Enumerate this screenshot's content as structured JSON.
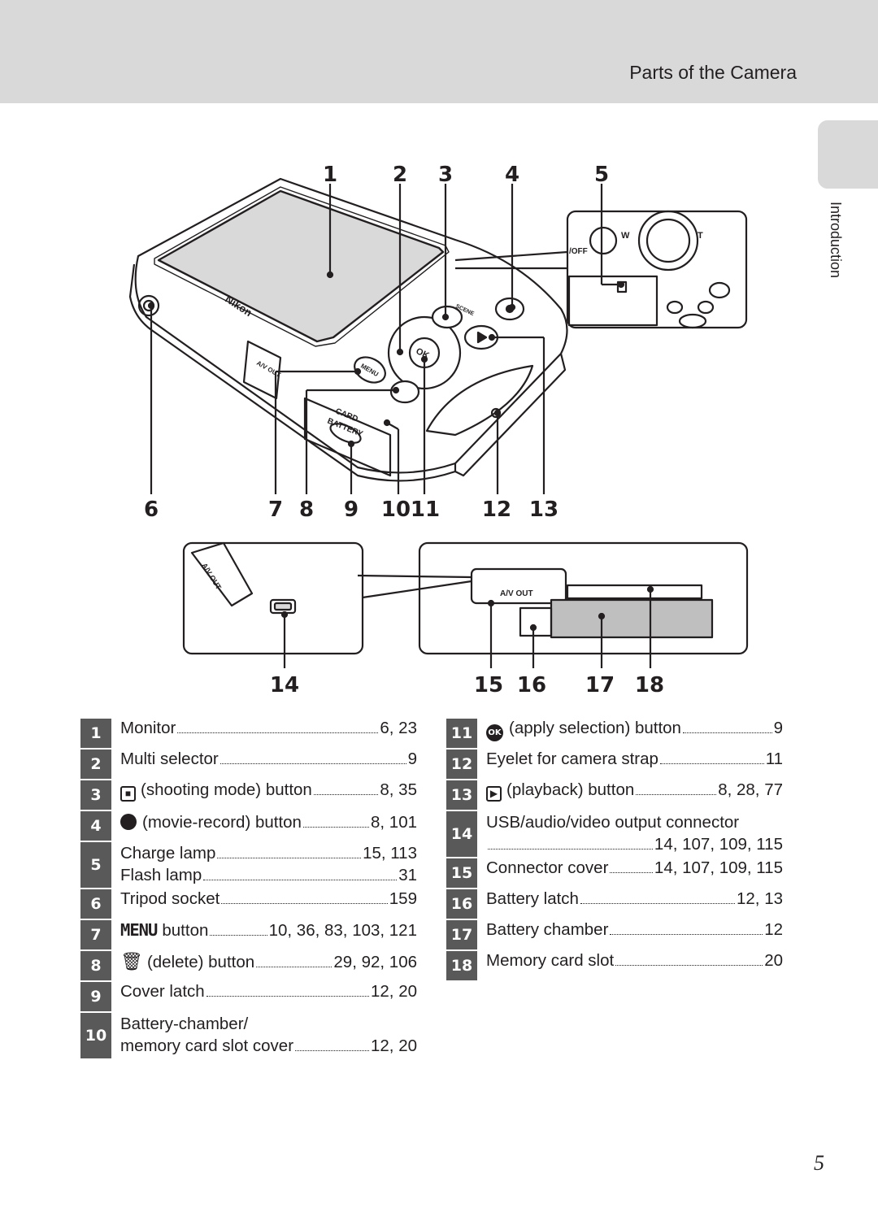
{
  "header": {
    "section_title": "Parts of the Camera"
  },
  "side_tab": {
    "label": "Introduction"
  },
  "figure": {
    "top_callouts": [
      "1",
      "2",
      "3",
      "4",
      "5"
    ],
    "bottom_callouts": [
      "6",
      "7",
      "8",
      "9",
      "10",
      "11",
      "12",
      "13"
    ],
    "lower_callouts": [
      "14",
      "15",
      "16",
      "17",
      "18"
    ],
    "camera_text": {
      "brand": "Nikon",
      "menu": "MENU",
      "ok": "OK",
      "scene": "SCENE",
      "card": "CARD",
      "battery": "BATTERY",
      "av_out": "A/V OUT",
      "power_off": "/OFF",
      "zoom_w": "W",
      "zoom_t": "T"
    }
  },
  "legend_left": [
    {
      "num": "1",
      "label": "Monitor",
      "pages": "6, 23"
    },
    {
      "num": "2",
      "label": "Multi selector",
      "pages": "9"
    },
    {
      "num": "3",
      "icon": "camera-icon",
      "label": "(shooting mode) button",
      "pages": "8, 35"
    },
    {
      "num": "4",
      "icon": "record-dot-icon",
      "label": "(movie-record) button",
      "pages": "8, 101"
    },
    {
      "num": "5",
      "label": "Charge lamp",
      "pages": "15, 113",
      "label2": "Flash lamp",
      "pages2": "31"
    },
    {
      "num": "6",
      "label": "Tripod socket",
      "pages": "159"
    },
    {
      "num": "7",
      "icon": "menu-icon",
      "icon_text": "MENU",
      "label": "button",
      "pages": "10, 36, 83, 103, 121"
    },
    {
      "num": "8",
      "icon": "trash-icon",
      "label": "(delete) button",
      "pages": "29, 92, 106"
    },
    {
      "num": "9",
      "label": "Cover latch",
      "pages": "12, 20"
    },
    {
      "num": "10",
      "label": "Battery-chamber/",
      "label2": "memory card slot cover",
      "pages2": "12, 20"
    }
  ],
  "legend_right": [
    {
      "num": "11",
      "icon": "ok-icon",
      "icon_text": "OK",
      "label": "(apply selection) button",
      "pages": "9"
    },
    {
      "num": "12",
      "label": "Eyelet for camera strap",
      "pages": "11"
    },
    {
      "num": "13",
      "icon": "playback-icon",
      "label": "(playback) button",
      "pages": "8, 28, 77"
    },
    {
      "num": "14",
      "label": "USB/audio/video output connector",
      "pages2": "14, 107, 109, 115"
    },
    {
      "num": "15",
      "label": "Connector cover",
      "pages": "14, 107, 109, 115"
    },
    {
      "num": "16",
      "label": "Battery latch",
      "pages": "12, 13"
    },
    {
      "num": "17",
      "label": "Battery chamber",
      "pages": "12"
    },
    {
      "num": "18",
      "label": "Memory card slot",
      "pages": "20"
    }
  ],
  "page_number": "5"
}
